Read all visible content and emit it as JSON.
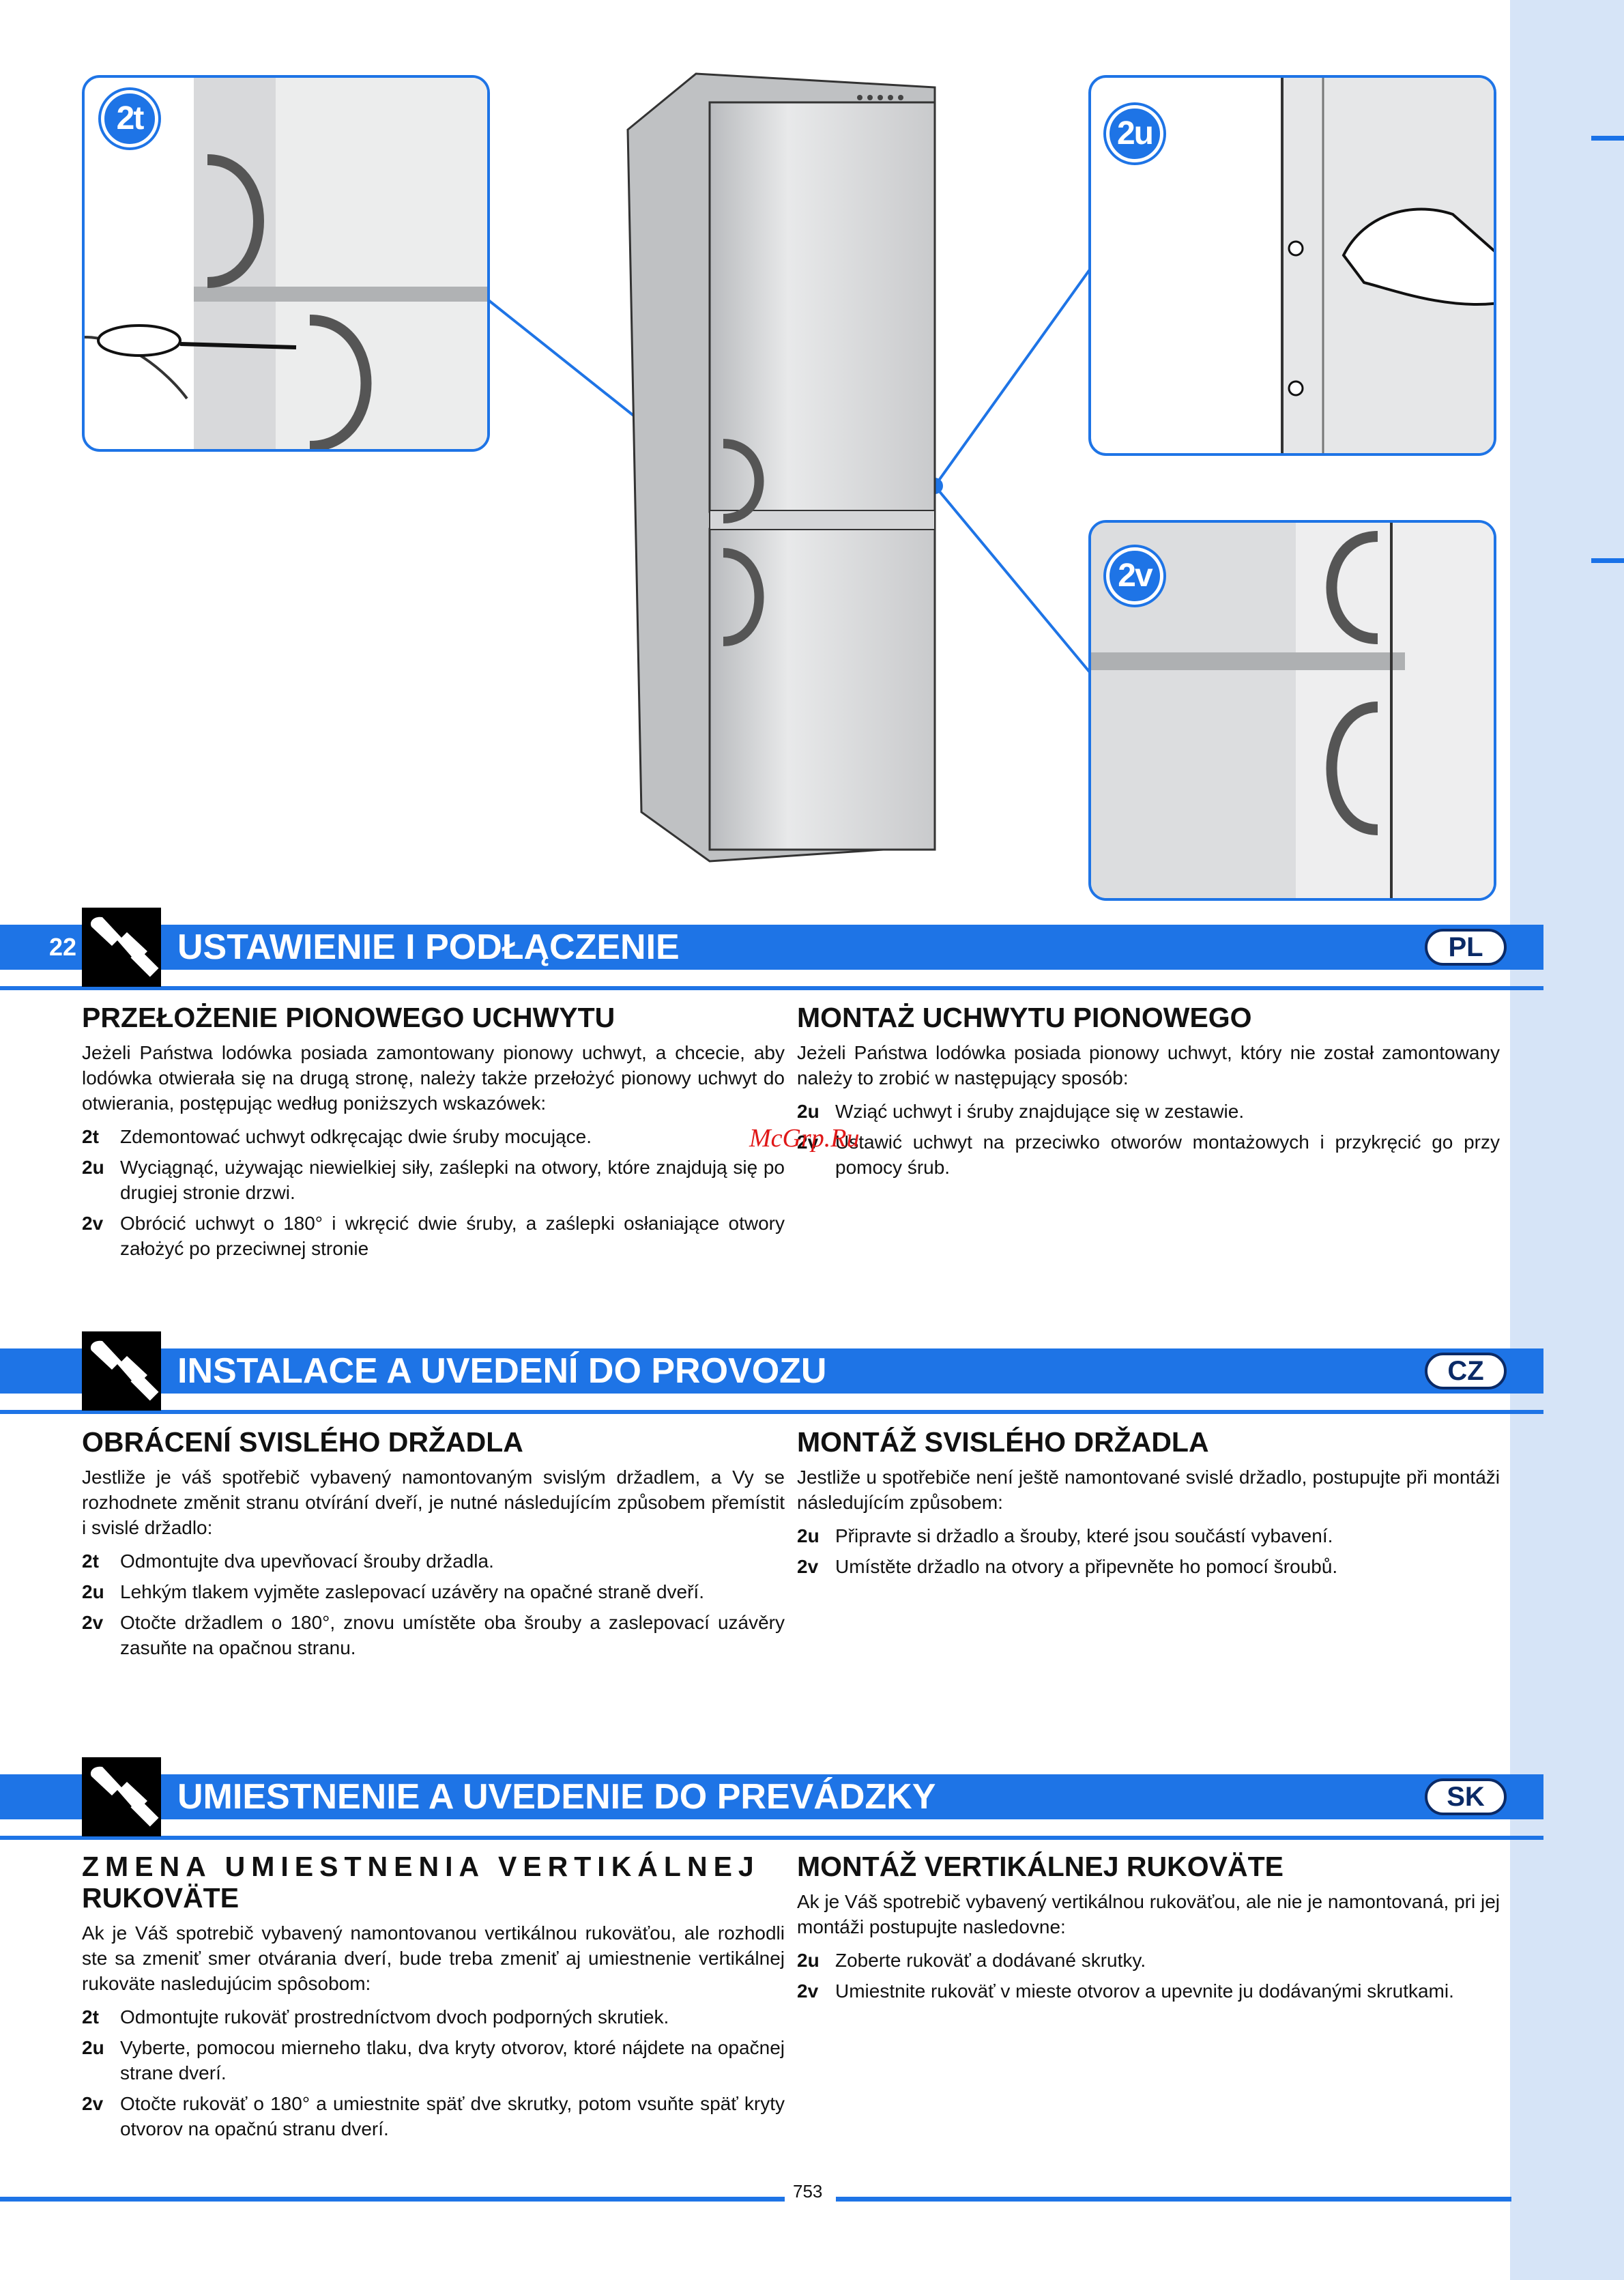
{
  "illustrations": {
    "fig_2t": "2t",
    "fig_2u": "2u",
    "fig_2v": "2v"
  },
  "colors": {
    "accent": "#1e74e6",
    "sidebar": "#d6e4f7",
    "badge_text": "#0b2a66",
    "watermark": "#e01818"
  },
  "watermark": "McGrp.Ru",
  "sections": {
    "pl": {
      "page_number": "22",
      "title": "USTAWIENIE I PODŁĄCZENIE",
      "lang": "PL",
      "left": {
        "heading": "PRZEŁOŻENIE PIONOWEGO UCHWYTU",
        "intro": "Jeżeli Państwa lodówka posiada zamontowany pionowy uchwyt, a chcecie, aby lodówka otwierała się na drugą stronę, należy także przełożyć pionowy uchwyt do otwierania, postępując według poniższych wskazówek:",
        "steps": [
          {
            "label": "2t",
            "text": "Zdemontować uchwyt odkręcając dwie śruby mocujące."
          },
          {
            "label": "2u",
            "text": "Wyciągnąć, używając niewielkiej siły, zaślepki na otwory, które znajdują się po drugiej stronie drzwi."
          },
          {
            "label": "2v",
            "text": "Obrócić uchwyt o 180° i wkręcić dwie śruby, a zaślepki osłaniające otwory założyć po przeciwnej stronie"
          }
        ]
      },
      "right": {
        "heading": "MONTAŻ UCHWYTU PIONOWEGO",
        "intro": "Jeżeli Państwa lodówka posiada pionowy uchwyt, który nie został zamontowany należy to zrobić w następujący sposób:",
        "steps": [
          {
            "label": "2u",
            "text": "Wziąć uchwyt i śruby znajdujące się w zestawie."
          },
          {
            "label": "2v",
            "text": "Ustawić uchwyt na przeciwko otworów montażowych i przykręcić go przy pomocy śrub."
          }
        ]
      }
    },
    "cz": {
      "title": "INSTALACE A UVEDENÍ DO PROVOZU",
      "lang": "CZ",
      "left": {
        "heading": "OBRÁCENÍ SVISLÉHO DRŽADLA",
        "intro": "Jestliže je váš spotřebič vybavený namontovaným svislým držadlem, a Vy se rozhodnete změnit stranu otvírání dveří, je nutné následujícím způsobem přemístit i svislé držadlo:",
        "steps": [
          {
            "label": "2t",
            "text": "Odmontujte dva upevňovací šrouby držadla."
          },
          {
            "label": "2u",
            "text": "Lehkým tlakem vyjměte zaslepovací uzávěry na opačné straně dveří."
          },
          {
            "label": "2v",
            "text": "Otočte držadlem o 180°, znovu umístěte oba šrouby a zaslepovací uzávěry zasuňte na opačnou stranu."
          }
        ]
      },
      "right": {
        "heading": "MONTÁŽ SVISLÉHO DRŽADLA",
        "intro": "Jestliže u spotřebiče není ještě namontované svislé držadlo, postupujte při montáži následujícím způsobem:",
        "steps": [
          {
            "label": "2u",
            "text": "Připravte si držadlo a šrouby, které jsou součástí vybavení."
          },
          {
            "label": "2v",
            "text": "Umístěte držadlo na otvory a připevněte ho pomocí šroubů."
          }
        ]
      }
    },
    "sk": {
      "title": "UMIESTNENIE A UVEDENIE DO PREVÁDZKY",
      "lang": "SK",
      "left": {
        "heading_line1": "ZMENA UMIESTNENIA VERTIKÁLNEJ",
        "heading_line2": "RUKOVÄTE",
        "intro": "Ak je Váš spotrebič vybavený namontovanou vertikálnou rukoväťou, ale rozhodli ste sa zmeniť smer otvárania dverí, bude treba zmeniť aj umiestnenie vertikálnej rukoväte nasledujúcim spôsobom:",
        "steps": [
          {
            "label": "2t",
            "text": "Odmontujte rukoväť prostredníctvom dvoch podporných skrutiek."
          },
          {
            "label": "2u",
            "text": "Vyberte, pomocou mierneho tlaku, dva kryty otvorov, ktoré nájdete na opačnej strane dverí."
          },
          {
            "label": "2v",
            "text": "Otočte rukoväť o 180° a umiestnite späť dve skrutky, potom vsuňte späť kryty otvorov na opačnú stranu dverí."
          }
        ]
      },
      "right": {
        "heading": "MONTÁŽ VERTIKÁLNEJ RUKOVÄTE",
        "intro": "Ak je Váš spotrebič vybavený vertikálnou rukoväťou, ale nie je namontovaná, pri jej montáži postupujte nasledovne:",
        "steps": [
          {
            "label": "2u",
            "text": "Zoberte rukoväť a dodávané skrutky."
          },
          {
            "label": "2v",
            "text": "Umiestnite rukoväť v mieste otvorov a upevnite ju dodávanými skrutkami."
          }
        ]
      }
    }
  },
  "footer": {
    "page_number": "753"
  }
}
